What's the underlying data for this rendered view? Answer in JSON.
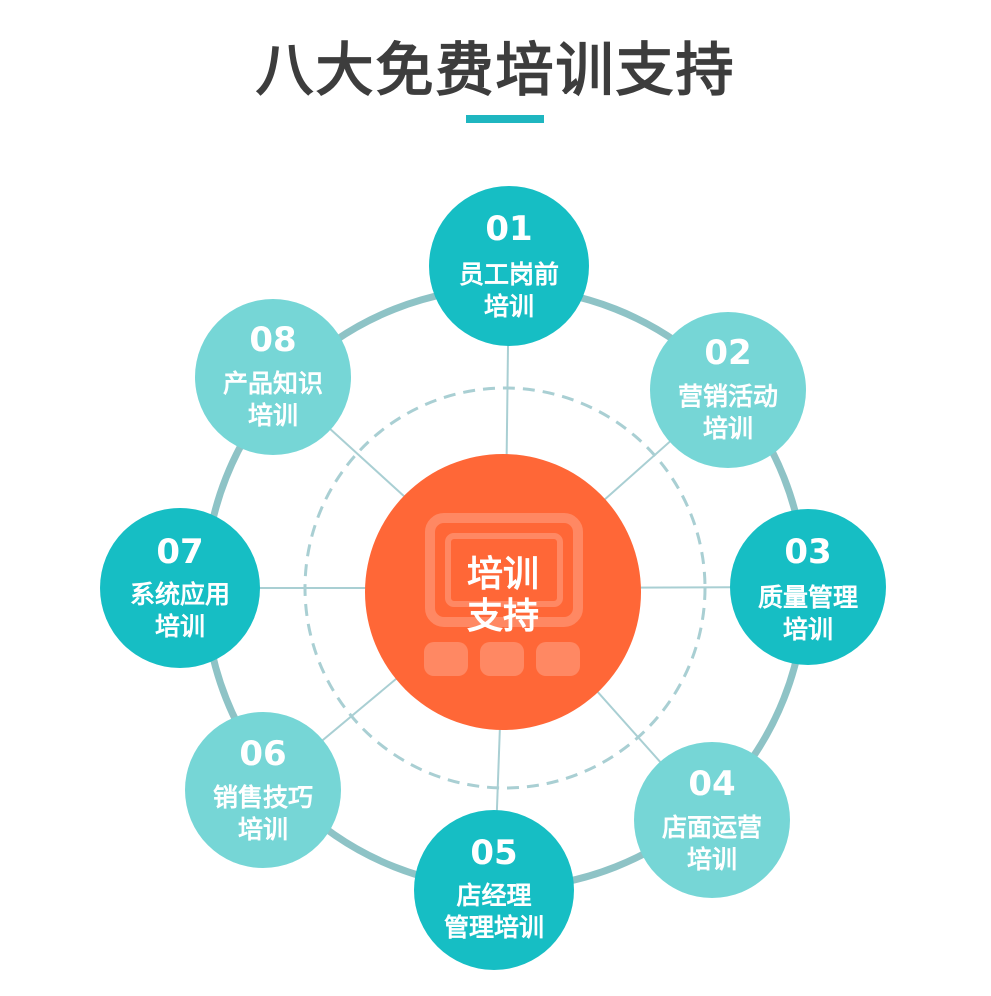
{
  "title": "八大免费培训支持",
  "colors": {
    "accent": "#1fb6c0",
    "node_dark": "#16bec4",
    "node_light": "#76d6d6",
    "center": "#ff6737",
    "ring": "#8ec3c6",
    "dashed_ring": "#a9cfd3",
    "title_text": "#3d3d3d"
  },
  "center": {
    "lines": [
      "培训",
      "支持"
    ],
    "icon": "presentation-icon"
  },
  "nodes": [
    {
      "num": "01",
      "lines": [
        "员工岗前",
        "培训"
      ],
      "tone": "dark"
    },
    {
      "num": "02",
      "lines": [
        "营销活动",
        "培训"
      ],
      "tone": "light"
    },
    {
      "num": "03",
      "lines": [
        "质量管理",
        "培训"
      ],
      "tone": "dark"
    },
    {
      "num": "04",
      "lines": [
        "店面运营",
        "培训"
      ],
      "tone": "light"
    },
    {
      "num": "05",
      "lines": [
        "店经理",
        "管理培训"
      ],
      "tone": "dark"
    },
    {
      "num": "06",
      "lines": [
        "销售技巧",
        "培训"
      ],
      "tone": "light"
    },
    {
      "num": "07",
      "lines": [
        "系统应用",
        "培训"
      ],
      "tone": "dark"
    },
    {
      "num": "08",
      "lines": [
        "产品知识",
        "培训"
      ],
      "tone": "light"
    }
  ]
}
